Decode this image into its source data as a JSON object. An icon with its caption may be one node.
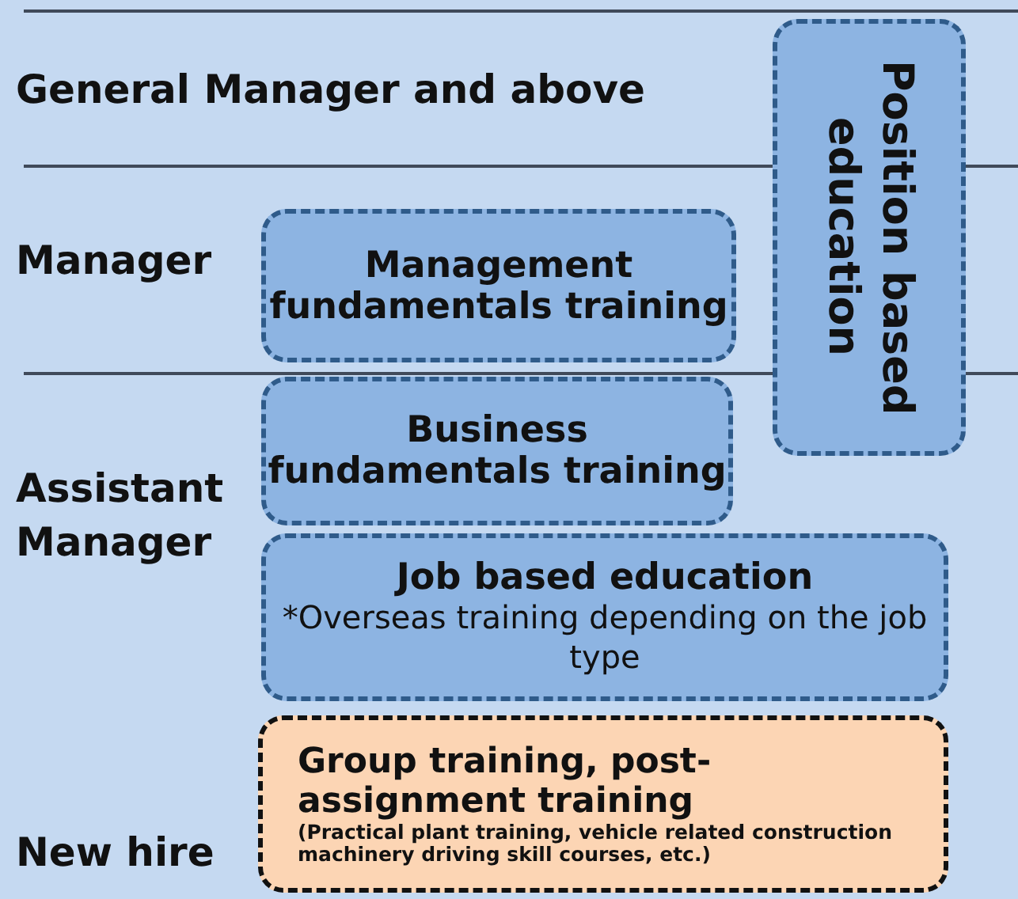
{
  "diagram": {
    "nodes": [
      {
        "text": [
          "Position based education"
        ]
      },
      {
        "text": [
          "Management fundamentals training"
        ]
      },
      {
        "text": [
          "Business fundamentals training"
        ]
      },
      {
        "text": [
          "Job based education",
          "*Overseas training depending on the job type"
        ]
      },
      {
        "text": [
          "Group training, post-assignment training",
          "(Practical plant training, vehicle related construction machinery driving skill courses, etc.)"
        ]
      }
    ],
    "edges": [],
    "labels": [
      "General Manager and above",
      "Manager",
      "Assistant Manager",
      "New hire"
    ]
  }
}
